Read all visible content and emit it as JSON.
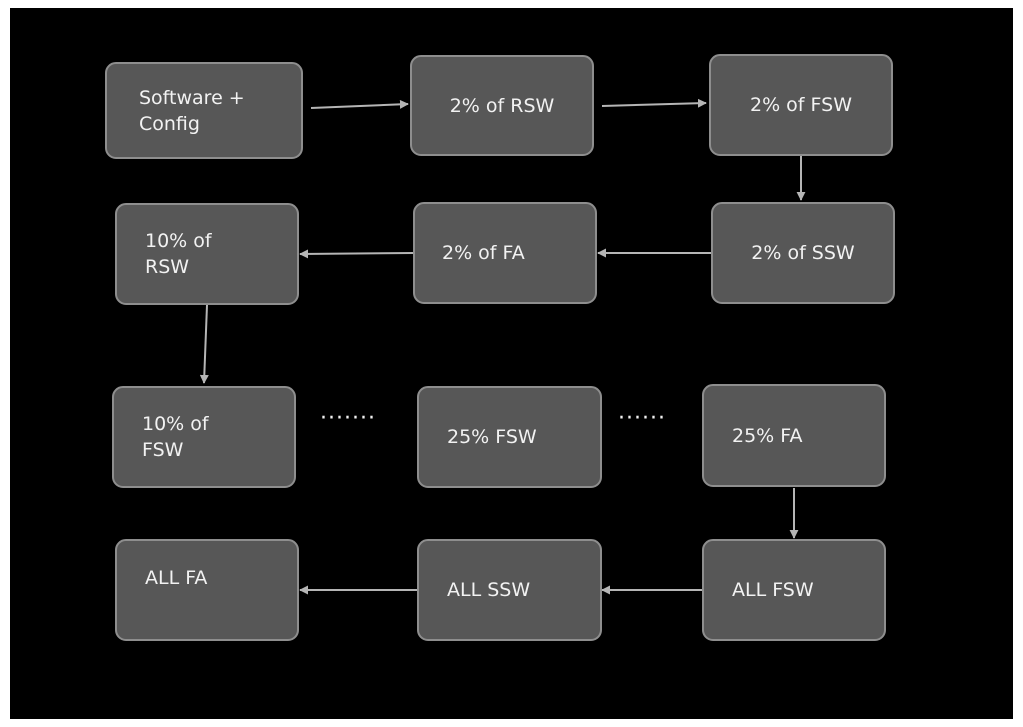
{
  "colors": {
    "background": "#000000",
    "node_fill": "#575757",
    "node_border": "#8e8e8e",
    "text": "#f2f2f2",
    "arrow": "#b5b5b5"
  },
  "nodes": {
    "software_config": "Software +\nConfig",
    "rsw_2": "2% of RSW",
    "fsw_2": "2% of FSW",
    "ssw_2": "2% of SSW",
    "fa_2": "2% of FA",
    "rsw_10": "10% of\nRSW",
    "fsw_10": "10% of\nFSW",
    "fsw_25": "25%  FSW",
    "fa_25": "25%  FA",
    "all_fsw": "ALL  FSW",
    "all_ssw": "ALL  SSW",
    "all_fa": "ALL  FA"
  },
  "ellipses": {
    "left": "·······",
    "right": "······"
  }
}
